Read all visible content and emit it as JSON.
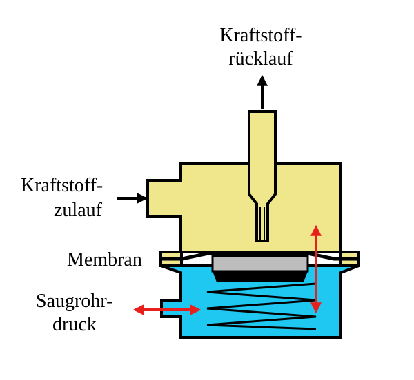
{
  "labels": {
    "return_line_1": "Kraftstoff-",
    "return_line_2": "rücklauf",
    "inlet_line_1": "Kraftstoff-",
    "inlet_line_2": "zulauf",
    "membrane": "Membran",
    "manifold_line_1": "Saugrohr-",
    "manifold_line_2": "druck"
  },
  "colors": {
    "fuel": "#F0E68C",
    "vacuum": "#1FC8F0",
    "outline": "#000000",
    "valve_plate": "#BDBDBD",
    "motion_arrow": "#E8201C",
    "flow_arrow": "#000000"
  }
}
